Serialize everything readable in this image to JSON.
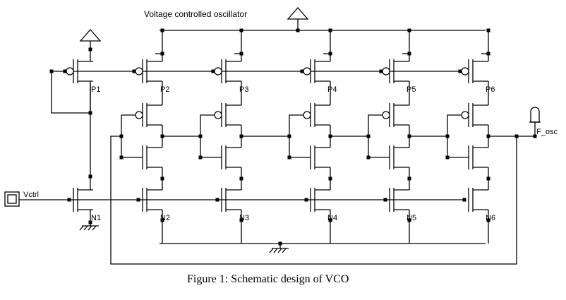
{
  "title": "Voltage controlled oscillator",
  "caption": "Figure 1: Schematic design of VCO",
  "input_label": "Vctrl",
  "output_label": "F_osc",
  "transistors": {
    "pmos": [
      "P1",
      "P2",
      "P3",
      "P4",
      "P5",
      "P6"
    ],
    "nmos": [
      "N1",
      "N2",
      "N3",
      "N4",
      "N5",
      "N6"
    ]
  },
  "symbols": {
    "supply": "vdd-triangle-icon",
    "ground": "ground-icon",
    "input_port": "input-port-icon",
    "output_probe": "output-probe-icon"
  }
}
